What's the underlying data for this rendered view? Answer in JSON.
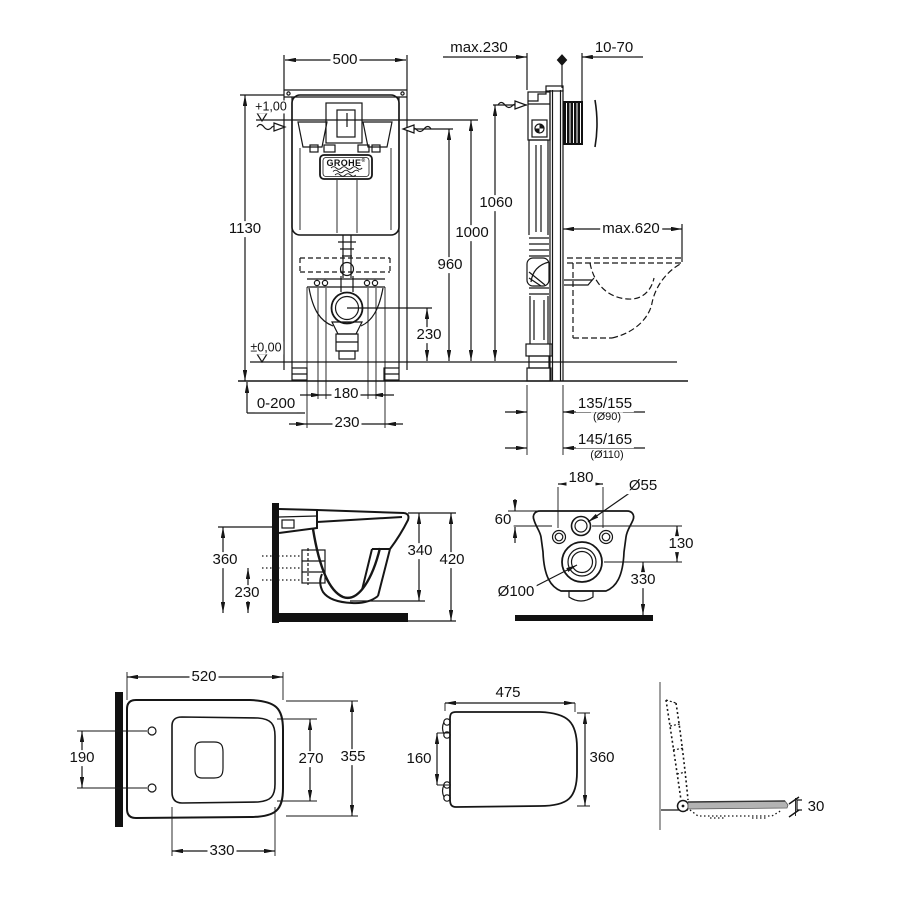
{
  "brand": {
    "name": "GROHE",
    "mark": "®"
  },
  "views": {
    "frame_front": {
      "width": "500",
      "height": "1130",
      "level_top": "+1,00",
      "level_zero": "±0,00",
      "foot_adjust": "0-200",
      "bolt_spacing": "180",
      "outlet_offset": "230",
      "drain_height": "230",
      "dim_960": "960",
      "dim_1000": "1000",
      "dim_1060": "1060"
    },
    "frame_side": {
      "wall_depth": "max.230",
      "plate_depth": "10-70",
      "clearance": "max.620",
      "outlet1": "135/155",
      "outlet1_pipe": "(Ø90)",
      "outlet2": "145/165",
      "outlet2_pipe": "(Ø110)"
    },
    "bowl_side": {
      "rear_height": "360",
      "drain_height": "230",
      "front_height": "340",
      "total_height": "420"
    },
    "bowl_rear": {
      "bolt_spacing": "180",
      "flush_pipe": "Ø55",
      "top_offset": "60",
      "flush_to_drain": "130",
      "drain_to_floor": "330",
      "drain_pipe": "Ø100"
    },
    "bowl_top": {
      "length": "520",
      "bolt_spacing": "190",
      "rim_length": "270",
      "width": "355",
      "rim_width": "330"
    },
    "seat_top": {
      "length": "475",
      "hinge_spacing": "160",
      "width": "360"
    },
    "seat_side": {
      "thickness": "30"
    }
  }
}
